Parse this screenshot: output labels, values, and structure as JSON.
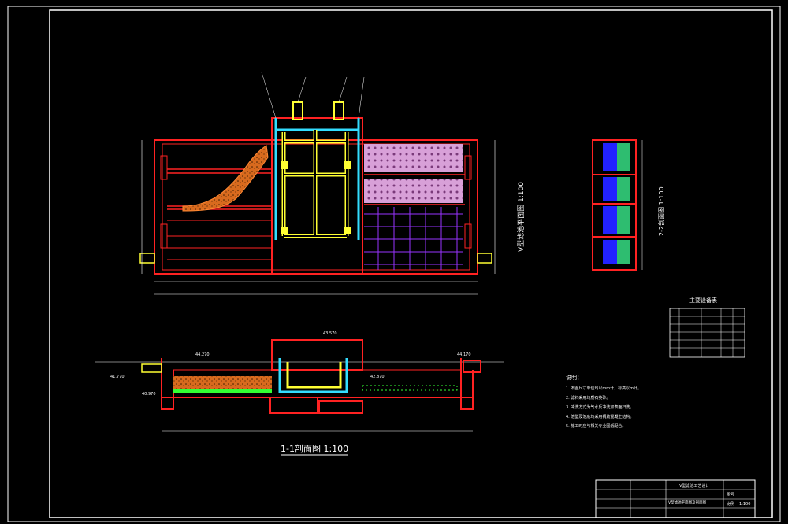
{
  "drawing": {
    "plan_title": "V型滤池平面图 1:100",
    "section_title": "1-1剖面图 1:100",
    "side_section_title": "2-2剖面图 1:100",
    "table_title": "主要设备表",
    "notes_title": "说明：",
    "notes": [
      "1. 本图尺寸单位均以mm计，标高以m计。",
      "2. 滤料采用均质石英砂。",
      "3. 冲洗方式为气水反冲洗加表面扫洗。",
      "4. 池壁及池底均采用钢筋混凝土结构。",
      "5. 施工时应与相关专业图纸配合。"
    ],
    "elevations": [
      "44.270",
      "44.170",
      "43.570",
      "42.870",
      "41.770",
      "40.970"
    ],
    "title_block": {
      "project": "V型滤池工艺设计",
      "drawing_name": "V型滤池平面图及剖面图",
      "scale_label": "比例",
      "scale": "1:100",
      "sheet_label": "图号"
    }
  },
  "colors": {
    "background": "#000000",
    "frame": "#ffffff",
    "wall": "#ff2222",
    "pipe_yellow": "#ffff33",
    "pipe_cyan": "#33ddff",
    "media": "#e07a2a",
    "mesh_pink": "#e8a0e8",
    "grid_purple": "#9933ff",
    "water_blue": "#2222ff",
    "green": "#33ff33"
  }
}
